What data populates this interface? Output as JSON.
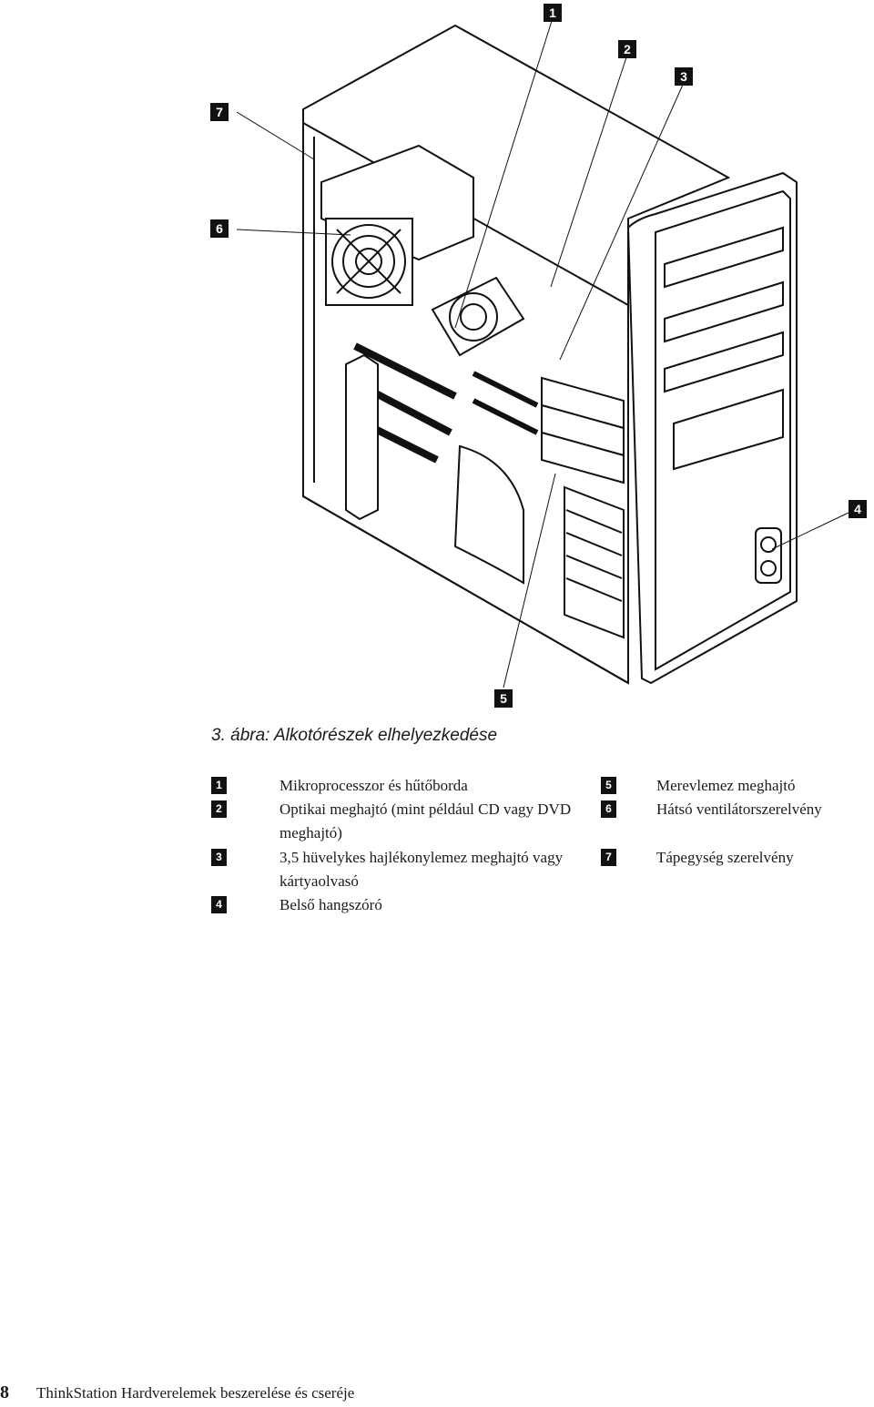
{
  "figure": {
    "callouts": [
      "1",
      "2",
      "3",
      "4",
      "5",
      "6",
      "7"
    ],
    "caption": "3. ábra: Alkotórészek elhelyezkedése"
  },
  "legend": [
    {
      "num": "1",
      "text": "Mikroprocesszor és hűtőborda"
    },
    {
      "num": "2",
      "text": "Optikai meghajtó (mint például CD vagy DVD meghajtó)"
    },
    {
      "num": "3",
      "text": "3,5 hüvelykes hajlékonylemez meghajtó vagy kártyaolvasó"
    },
    {
      "num": "4",
      "text": "Belső hangszóró"
    },
    {
      "num": "5",
      "text": "Merevlemez meghajtó"
    },
    {
      "num": "6",
      "text": "Hátsó ventilátorszerelvény"
    },
    {
      "num": "7",
      "text": "Tápegység szerelvény"
    }
  ],
  "footer": {
    "page_number": "8",
    "book_title": "ThinkStation Hardverelemek beszerelése és cseréje"
  }
}
